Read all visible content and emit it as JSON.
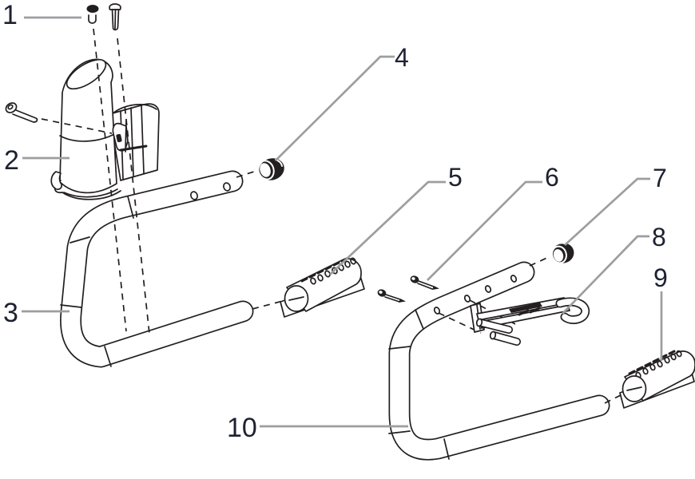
{
  "diagram": {
    "kind": "exploded-parts-diagram",
    "description_visible_text_only": true
  },
  "colors": {
    "line_art": "#231f20",
    "leader_line": "#9c9ea0",
    "callout_text": "#1d2130",
    "page_bg": "#ffffff"
  },
  "callouts": [
    {
      "label": "1",
      "part_icon": "screw-pair-icon"
    },
    {
      "label": "2",
      "part_icon": "holder-cup-icon"
    },
    {
      "label": "3",
      "part_icon": "left-handle-frame-icon"
    },
    {
      "label": "4",
      "part_icon": "tube-end-cap-icon"
    },
    {
      "label": "5",
      "part_icon": "perforated-grip-icon"
    },
    {
      "label": "6",
      "part_icon": "screw-pair-icon"
    },
    {
      "label": "7",
      "part_icon": "tube-end-cap-icon"
    },
    {
      "label": "8",
      "part_icon": "hook-bracket-icon"
    },
    {
      "label": "9",
      "part_icon": "perforated-grip-icon"
    },
    {
      "label": "10",
      "part_icon": "right-handle-frame-icon"
    }
  ]
}
